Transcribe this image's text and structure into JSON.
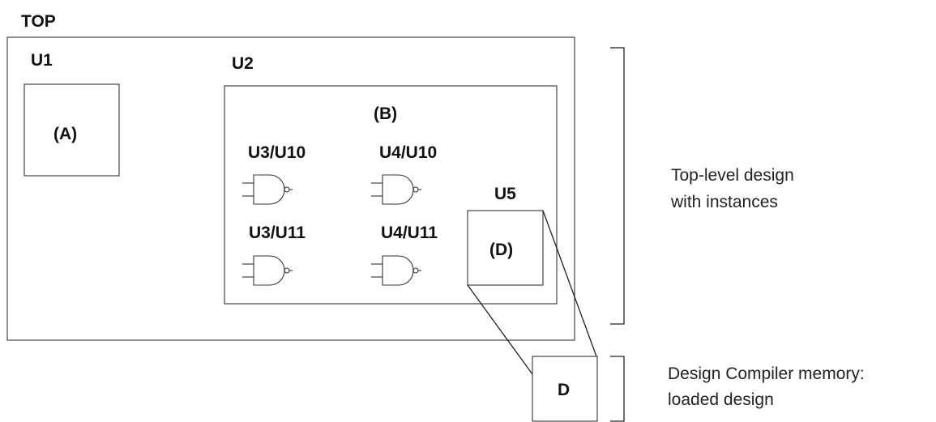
{
  "labels": {
    "top": "TOP",
    "u1": "U1",
    "u2": "U2",
    "u5": "U5",
    "a": "(A)",
    "b": "(B)",
    "d_inst": "(D)",
    "d_loaded": "D",
    "gates": [
      "U3/U10",
      "U4/U10",
      "U3/U11",
      "U4/U11"
    ]
  },
  "notes": {
    "top_level": [
      "Top-level design",
      "with instances"
    ],
    "memory": [
      "Design Compiler memory:",
      "loaded design"
    ]
  },
  "colors": {
    "stroke": "#444444",
    "text": "#111111"
  }
}
